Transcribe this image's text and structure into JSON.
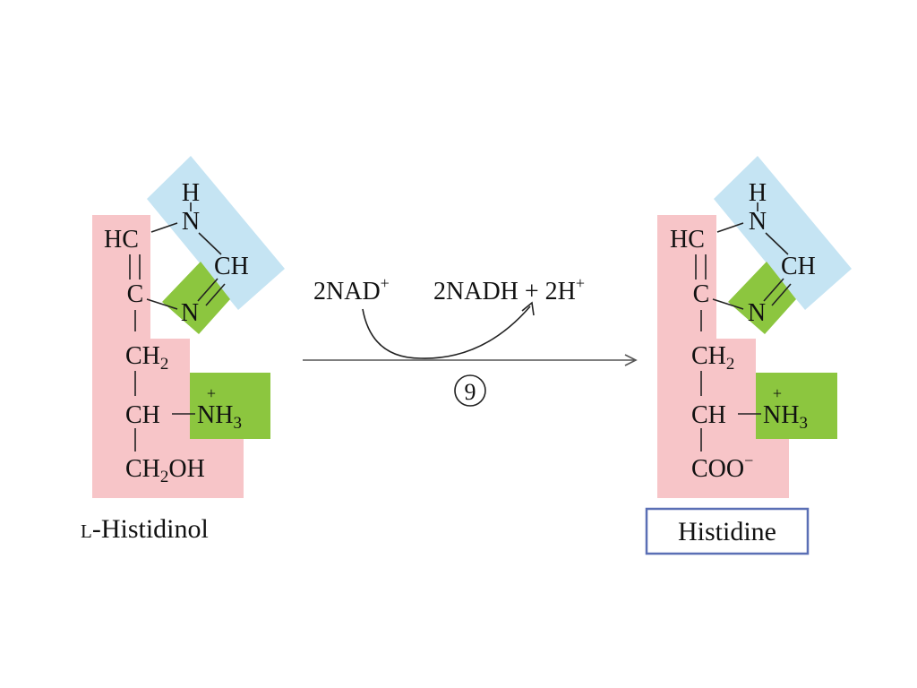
{
  "reactant": {
    "name_prefix": "L",
    "name_rest": "-Histidinol",
    "atoms": {
      "hc": "HC",
      "c": "C",
      "n_ring": "N",
      "nh_n": "N",
      "nh_h": "H",
      "ch": "CH",
      "ch2": "CH",
      "ch2_sub": "2",
      "nh3": "NH",
      "nh3_sub": "3",
      "nh3_charge": "+",
      "end_a": "CH",
      "end_sub": "2",
      "end_b": "OH"
    }
  },
  "product": {
    "name": "Histidine",
    "atoms": {
      "hc": "HC",
      "c": "C",
      "n_ring": "N",
      "nh_n": "N",
      "nh_h": "H",
      "ch": "CH",
      "ch2": "CH",
      "ch2_sub": "2",
      "nh3": "NH",
      "nh3_sub": "3",
      "nh3_charge": "+",
      "end": "COO",
      "end_charge": "−"
    }
  },
  "reaction": {
    "cofactor_in": "2NAD",
    "cofactor_in_sup": "+",
    "cofactor_out": "2NADH + 2H",
    "cofactor_out_sup": "+",
    "step": "9"
  },
  "colors": {
    "backbone": "#f7c5c8",
    "imidazole": "#c5e4f3",
    "nitrogen_group": "#8cc63f",
    "box_border": "#5a6fb5",
    "line": "#222222"
  }
}
